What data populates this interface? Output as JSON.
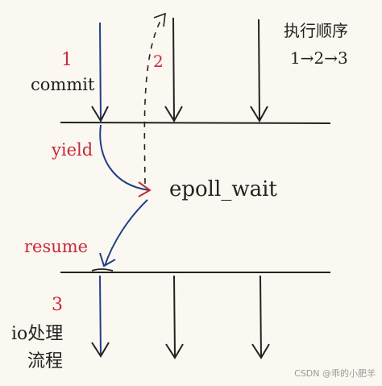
{
  "order": {
    "title": "执行顺序",
    "sequence": "1→2→3"
  },
  "steps": {
    "step1_number": "1",
    "step1_label": "commit",
    "step2_number": "2",
    "step3_number": "3",
    "step3_label_line1": "io处理",
    "step3_label_line2": "流程"
  },
  "transitions": {
    "yield_label": "yield",
    "resume_label": "resume"
  },
  "center_label": "epoll_wait",
  "watermark": "CSDN @乖的小肥羊",
  "colors": {
    "ink": "#222222",
    "blue": "#1f3f86",
    "red": "#c8283a"
  }
}
